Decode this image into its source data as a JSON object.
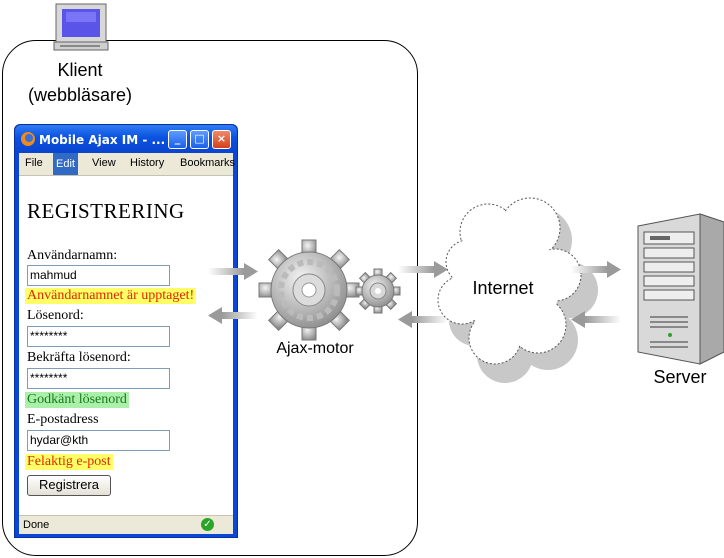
{
  "client": {
    "label_line1": "Klient",
    "label_line2": "(webbläsare)"
  },
  "browser": {
    "title": "Mobile Ajax IM - ...",
    "menu": [
      "File",
      "Edit",
      "View",
      "History",
      "Bookmarks"
    ],
    "status": "Done",
    "window_buttons": [
      "minimize-icon",
      "maximize-icon",
      "close-icon"
    ]
  },
  "form": {
    "heading": "REGISTRERING",
    "username_label": "Användarnamn:",
    "username_value": "mahmud",
    "username_error": "Användarnamnet är upptaget!",
    "password_label": "Lösenord:",
    "password_value": "********",
    "confirm_label": "Bekräfta lösenord:",
    "confirm_value": "********",
    "password_ok": "Godkänt lösenord",
    "email_label": "E-postadress",
    "email_value": "hydar@kth",
    "email_error": "Felaktig e-post",
    "submit_label": "Registrera"
  },
  "diagram": {
    "engine_label": "Ajax-motor",
    "cloud_label": "Internet",
    "server_label": "Server"
  },
  "colors": {
    "error_bg": "#ffff66",
    "error_text": "#e02800",
    "ok_bg": "#aaf0aa",
    "ok_text": "#1a7a1a",
    "window_blue": "#0a47d8"
  }
}
